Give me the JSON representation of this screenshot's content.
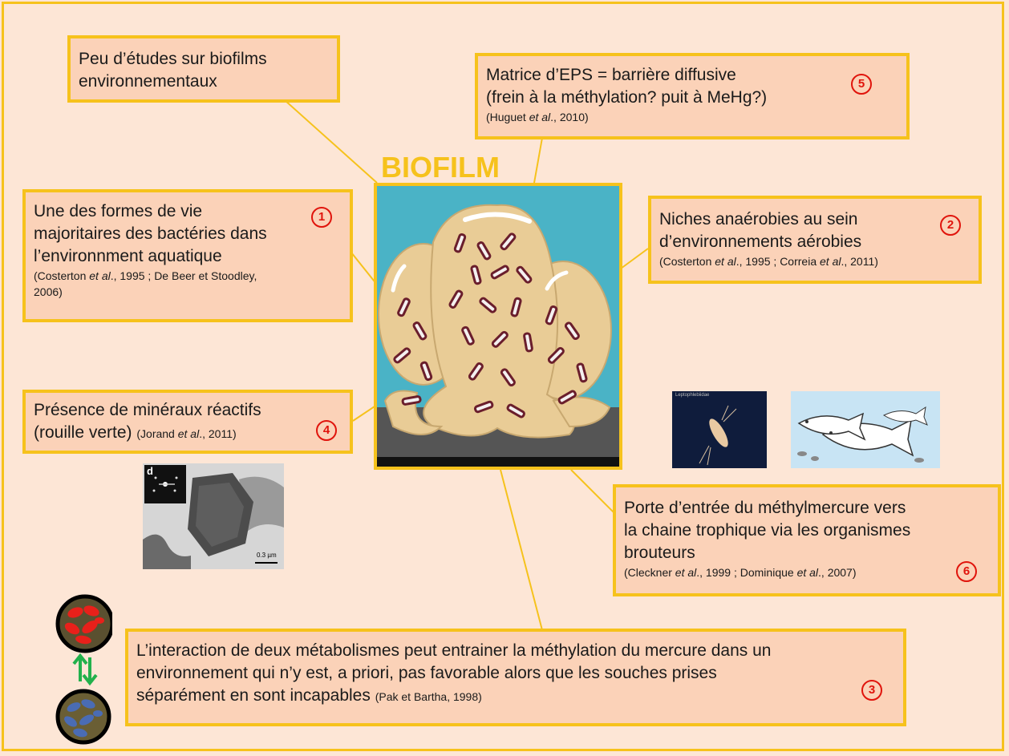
{
  "title": "BIOFILM",
  "boxes": {
    "b_etudes": {
      "line1": "Peu d’études sur biofilms",
      "line2": "environnementaux"
    },
    "b_eps": {
      "line1": "Matrice d’EPS = barrière diffusive",
      "line2": "(frein à la méthylation? puit à MeHg?)",
      "ref_a": "(Huguet ",
      "ref_etal": "et al",
      "ref_b": "., 2010)",
      "num": "5"
    },
    "b_formes": {
      "line1": "Une des formes de vie",
      "line2": "majoritaires des bactéries dans",
      "line3": "l’environnment aquatique",
      "ref_a": "(Costerton ",
      "ref_etal": "et al",
      "ref_b": "., 1995 ; De Beer et Stoodley,",
      "ref_c": "2006)",
      "num": "1"
    },
    "b_niches": {
      "line1": "Niches anaérobies au sein",
      "line2": "d’environnements aérobies",
      "ref_a": "(Costerton ",
      "ref_etal1": "et al",
      "ref_b": "., 1995 ; Correia ",
      "ref_etal2": "et al",
      "ref_c": "., 2011)",
      "num": "2"
    },
    "b_mineraux": {
      "line1": "Présence de minéraux réactifs",
      "line2": "(rouille verte) ",
      "ref_a": "(Jorand ",
      "ref_etal": "et al",
      "ref_b": "., 2011)",
      "num": "4"
    },
    "b_porte": {
      "line1": "Porte d’entrée du méthylmercure vers",
      "line2": "la chaine trophique via les organismes",
      "line3": "brouteurs",
      "ref_a": "(Cleckner ",
      "ref_etal1": "et al",
      "ref_b": "., 1999 ; Dominique ",
      "ref_etal2": "et al",
      "ref_c": "., 2007)",
      "num": "6"
    },
    "b_interaction": {
      "line1": "L’interaction de deux métabolismes peut entrainer la méthylation du mercure dans un",
      "line2": "environnement qui n’y est, a priori, pas favorable alors que les souches prises",
      "line3": "séparément en sont incapables ",
      "ref": "(Pak et Bartha, 1998)",
      "num": "3"
    }
  },
  "images": {
    "micrograph_letter": "d",
    "micrograph_scale": "0.3 µm",
    "insect_label": "Leptophlebiidae"
  },
  "colors": {
    "accent": "#f6c21c",
    "box_fill": "#fbd2b8",
    "background": "#fde6d6",
    "number": "#e0140c",
    "arrow": "#22b14c"
  }
}
